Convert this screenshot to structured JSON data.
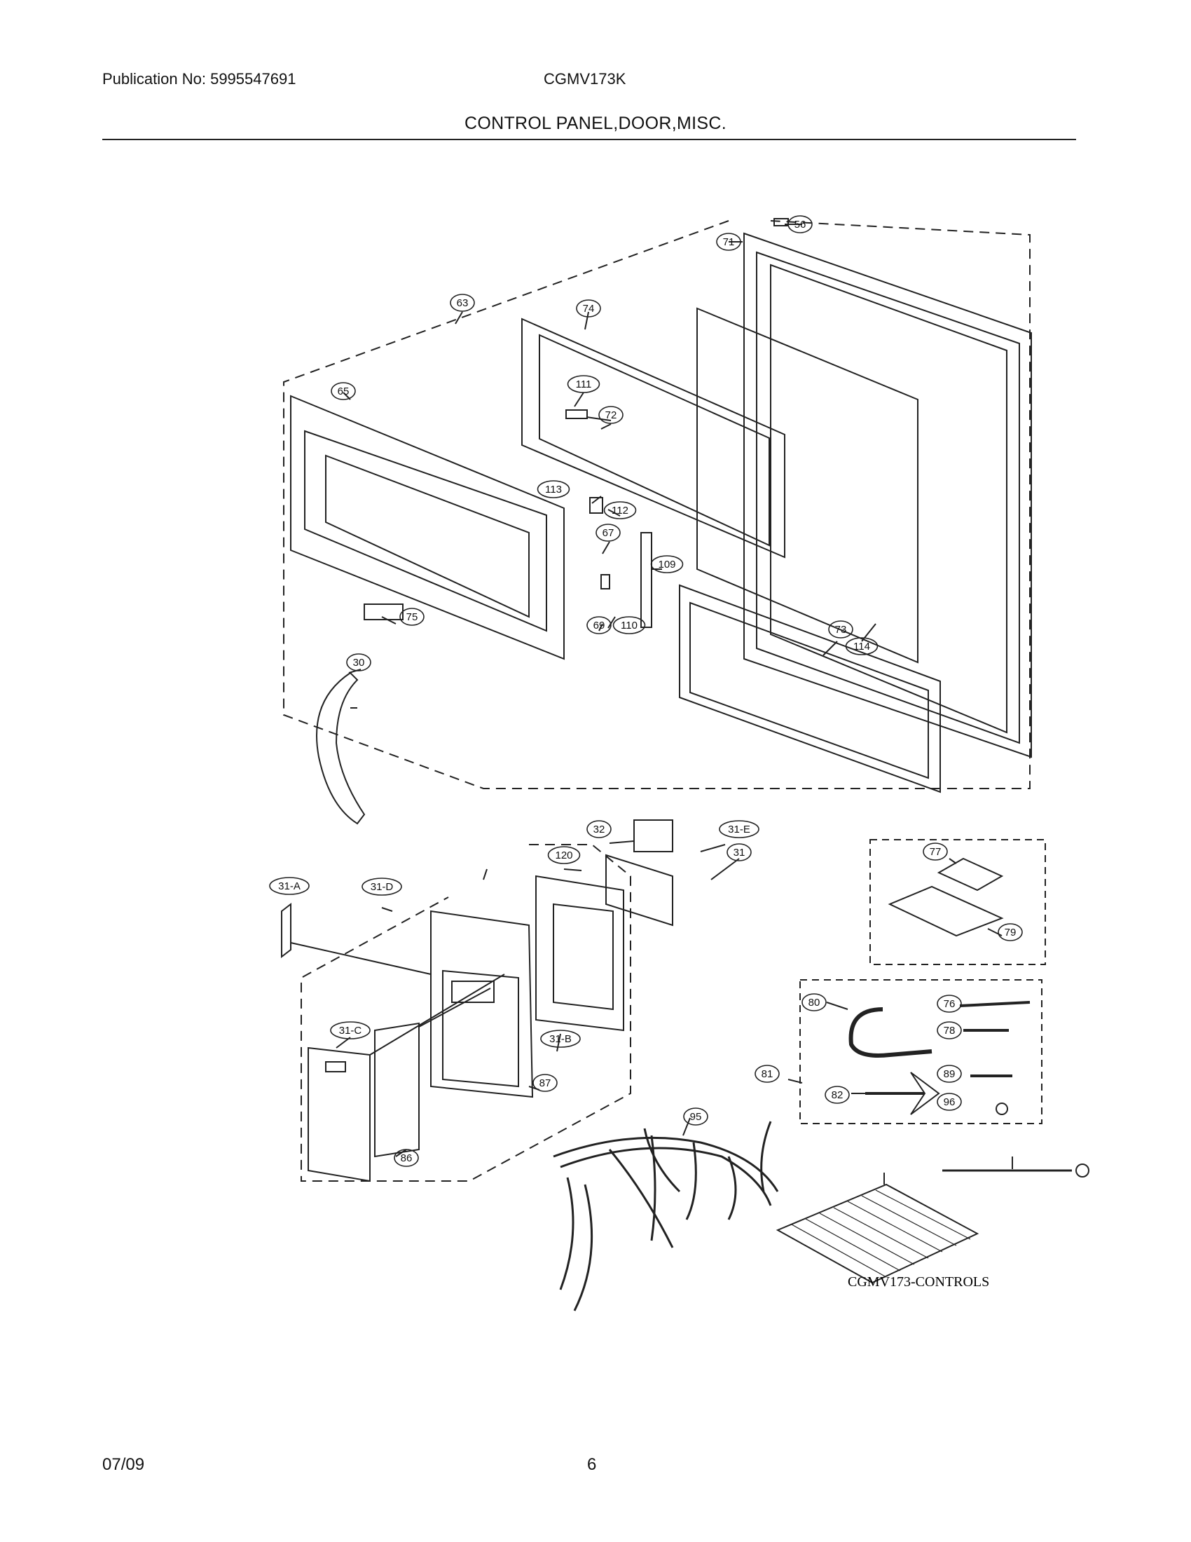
{
  "header": {
    "publication": "Publication No: 5995547691",
    "model": "CGMV173K",
    "section_title": "CONTROL PANEL,DOOR,MISC."
  },
  "figure_code": "CGMV173-CONTROLS",
  "callouts": [
    "56",
    "71",
    "63",
    "74",
    "65",
    "111",
    "72",
    "114",
    "113",
    "112",
    "67",
    "109",
    "75",
    "69",
    "110",
    "73",
    "30",
    "32",
    "31-E",
    "120",
    "31",
    "31-A",
    "31-D",
    "31-C",
    "31-B",
    "87",
    "86",
    "77",
    "79",
    "80",
    "76",
    "78",
    "81",
    "82",
    "89",
    "96",
    "95"
  ],
  "footer": {
    "date": "07/09",
    "page": "6"
  }
}
